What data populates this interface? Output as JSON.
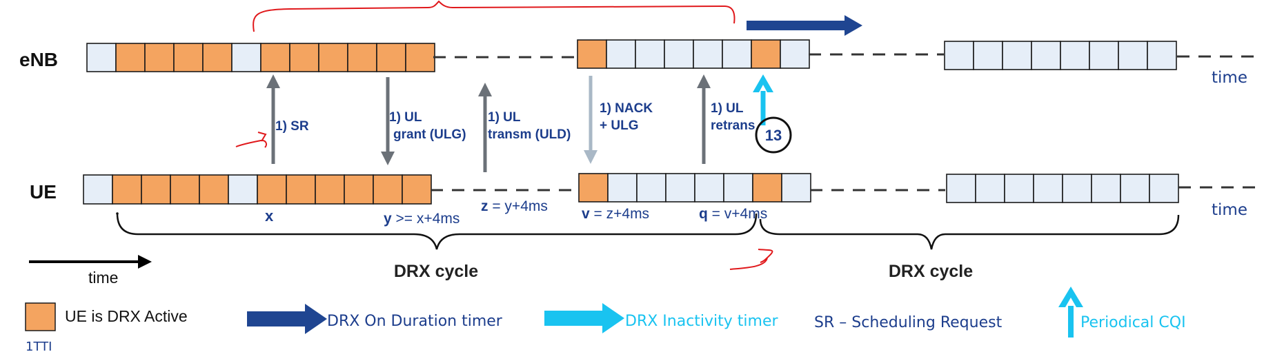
{
  "rows": {
    "enb_label": "eNB",
    "ue_label": "UE",
    "time_label": "time"
  },
  "messages": {
    "sr": "1) SR",
    "ul_grant_1": "1) UL",
    "ul_grant_2": "grant (ULG)",
    "ul_transm_1": "1) UL",
    "ul_transm_2": "transm (ULD)",
    "nack_1": "1) NACK",
    "nack_2": "+ ULG",
    "retrans_1": "1) UL",
    "retrans_2": "retrans"
  },
  "timing": {
    "x_var": "x",
    "y_var": "y",
    "y_rest": " >= x+4ms",
    "z_var": "z",
    "z_rest": " = y+4ms",
    "v_var": "v",
    "v_rest": " = z+4ms",
    "q_var": "q",
    "q_rest": " = v+4ms"
  },
  "cycles": {
    "drx_cycle_1": "DRX cycle",
    "drx_cycle_2": "DRX cycle"
  },
  "annotation": {
    "circled_number": "13"
  },
  "legend": {
    "time_arrow_label": "time",
    "active_label": "UE is DRX Active",
    "tti_label": "1TTI",
    "on_duration_label": "DRX On Duration timer",
    "inactivity_label": "DRX Inactivity timer",
    "sr_abbrev": "SR",
    "sr_rest": " – Scheduling Request",
    "cqi_label": "Periodical CQI"
  },
  "tti_states": {
    "enb_group_1": [
      "idle",
      "active",
      "active",
      "active",
      "active",
      "idle",
      "active",
      "active",
      "active",
      "active",
      "active",
      "active"
    ],
    "enb_group_2": [
      "active",
      "idle",
      "idle",
      "idle",
      "idle",
      "idle",
      "active",
      "idle"
    ],
    "enb_group_3": [
      "idle",
      "idle",
      "idle",
      "idle",
      "idle",
      "idle",
      "idle",
      "idle"
    ],
    "ue_group_1": [
      "idle",
      "active",
      "active",
      "active",
      "active",
      "idle",
      "active",
      "active",
      "active",
      "active",
      "active",
      "active"
    ],
    "ue_group_2": [
      "active",
      "idle",
      "idle",
      "idle",
      "idle",
      "idle",
      "active",
      "idle"
    ],
    "ue_group_3": [
      "idle",
      "idle",
      "idle",
      "idle",
      "idle",
      "idle",
      "idle",
      "idle"
    ]
  },
  "colors": {
    "active": "#f4a460",
    "idle": "#e6eef8",
    "cell_border": "#1a1a1a",
    "dark_arrow": "#6b7178",
    "light_arrow": "#a9b8c6",
    "navy": "#1f4591",
    "cyan": "#19c3f0",
    "label_blue": "#1c3d8c",
    "annotation_red": "#e0181b"
  }
}
